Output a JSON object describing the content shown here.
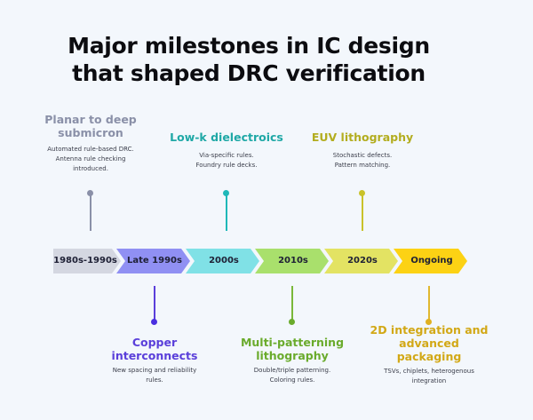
{
  "title": {
    "line1": "Major milestones in IC design",
    "line2": "that shaped DRC verification"
  },
  "timeline": {
    "stages": [
      {
        "label": "1980s-1990s",
        "color": "#d4d7e1"
      },
      {
        "label": "Late 1990s",
        "color": "#9090f3"
      },
      {
        "label": "2000s",
        "color": "#80e1e6"
      },
      {
        "label": "2010s",
        "color": "#a9e06c"
      },
      {
        "label": "2020s",
        "color": "#e3e363"
      },
      {
        "label": "Ongoing",
        "color": "#fcd214"
      }
    ]
  },
  "milestones": {
    "top": [
      {
        "heading_line1": "Planar to deep",
        "heading_line2": "submicron",
        "desc_line1": "Automated rule-based DRC.",
        "desc_line2": "Antenna rule checking",
        "desc_line3": "introduced.",
        "color": "#8a90a8",
        "stage": "1980s-1990s"
      },
      {
        "heading_line1": "Low-k dielectroics",
        "desc_line1": "Via-specific rules.",
        "desc_line2": "Foundry rule decks.",
        "color": "#1fa8a6",
        "stage": "2000s"
      },
      {
        "heading_line1": "EUV lithography",
        "desc_line1": "Stochastic defects.",
        "desc_line2": "Pattern matching.",
        "color": "#b3ad1f",
        "stage": "2020s"
      }
    ],
    "bottom": [
      {
        "heading_line1": "Copper",
        "heading_line2": "interconnects",
        "desc_line1": "New spacing and reliability",
        "desc_line2": "rules.",
        "color": "#5a3fda",
        "stage": "Late 1990s"
      },
      {
        "heading_line1": "Multi-patterning",
        "heading_line2": "lithography",
        "desc_line1": "Double/triple patterning.",
        "desc_line2": "Coloring rules.",
        "color": "#6aab2c",
        "stage": "2010s"
      },
      {
        "heading_line1": "2D integration and",
        "heading_line2": "advanced",
        "heading_line3": "packaging",
        "desc_line1": "TSVs, chiplets, heterogenous",
        "desc_line2": "integration",
        "color": "#d2a816",
        "stage": "Ongoing"
      }
    ]
  }
}
